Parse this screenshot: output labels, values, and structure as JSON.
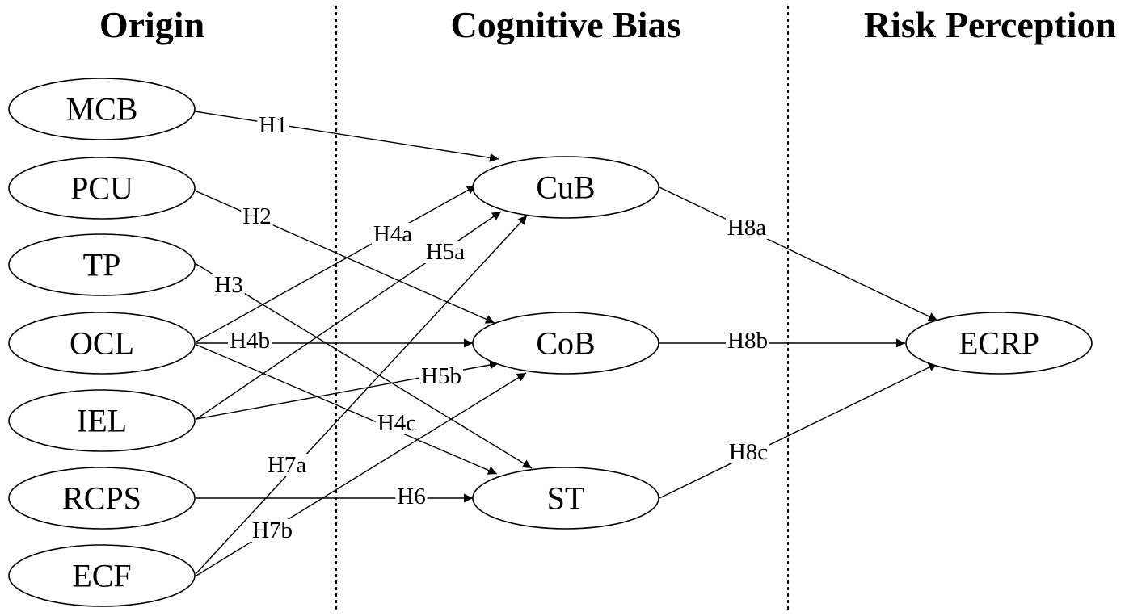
{
  "headers": {
    "origin": "Origin",
    "cognitive_bias": "Cognitive Bias",
    "risk_perception": "Risk Perception"
  },
  "nodes": {
    "MCB": "MCB",
    "PCU": "PCU",
    "TP": "TP",
    "OCL": "OCL",
    "IEL": "IEL",
    "RCPS": "RCPS",
    "ECF": "ECF",
    "CuB": "CuB",
    "CoB": "CoB",
    "ST": "ST",
    "ECRP": "ECRP"
  },
  "edges": [
    {
      "id": "H1",
      "label": "H1",
      "from": "MCB",
      "to": "CuB"
    },
    {
      "id": "H2",
      "label": "H2",
      "from": "PCU",
      "to": "CoB"
    },
    {
      "id": "H3",
      "label": "H3",
      "from": "TP",
      "to": "ST"
    },
    {
      "id": "H4a",
      "label": "H4a",
      "from": "OCL",
      "to": "CuB"
    },
    {
      "id": "H4b",
      "label": "H4b",
      "from": "OCL",
      "to": "CoB"
    },
    {
      "id": "H4c",
      "label": "H4c",
      "from": "OCL",
      "to": "ST"
    },
    {
      "id": "H5a",
      "label": "H5a",
      "from": "IEL",
      "to": "CuB"
    },
    {
      "id": "H5b",
      "label": "H5b",
      "from": "IEL",
      "to": "CoB"
    },
    {
      "id": "H6",
      "label": "H6",
      "from": "RCPS",
      "to": "ST"
    },
    {
      "id": "H7a",
      "label": "H7a",
      "from": "ECF",
      "to": "CuB"
    },
    {
      "id": "H7b",
      "label": "H7b",
      "from": "ECF",
      "to": "CoB"
    },
    {
      "id": "H8a",
      "label": "H8a",
      "from": "CuB",
      "to": "ECRP"
    },
    {
      "id": "H8b",
      "label": "H8b",
      "from": "CoB",
      "to": "ECRP"
    },
    {
      "id": "H8c",
      "label": "H8c",
      "from": "ST",
      "to": "ECRP"
    }
  ]
}
